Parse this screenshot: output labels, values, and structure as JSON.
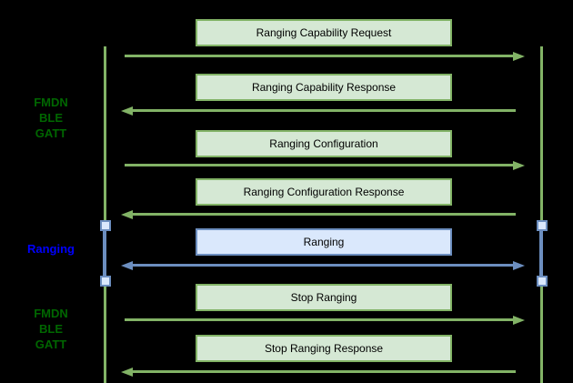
{
  "diagram": {
    "type": "sequence-diagram",
    "background": "#000000",
    "colors": {
      "green_fill": "#d5e8d4",
      "green_stroke": "#82b366",
      "blue_fill": "#dae8fc",
      "blue_stroke": "#6c8ebf",
      "phase_label_green": "#006600",
      "phase_label_blue": "#0000ff",
      "box_text": "#000000"
    },
    "phases": [
      {
        "id": "fmdn-top",
        "lines": [
          "FMDN",
          "BLE",
          "GATT"
        ],
        "color": "#006600"
      },
      {
        "id": "ranging",
        "lines": [
          "Ranging"
        ],
        "color": "#0000ff"
      },
      {
        "id": "fmdn-bottom",
        "lines": [
          "FMDN",
          "BLE",
          "GATT"
        ],
        "color": "#006600"
      }
    ],
    "messages": [
      {
        "label": "Ranging Capability Request",
        "direction": "right",
        "theme": "green"
      },
      {
        "label": "Ranging Capability Response",
        "direction": "left",
        "theme": "green"
      },
      {
        "label": "Ranging Configuration",
        "direction": "right",
        "theme": "green"
      },
      {
        "label": "Ranging Configuration Response",
        "direction": "left",
        "theme": "green"
      },
      {
        "label": "Ranging",
        "direction": "both",
        "theme": "blue"
      },
      {
        "label": "Stop Ranging",
        "direction": "right",
        "theme": "green"
      },
      {
        "label": "Stop Ranging Response",
        "direction": "left",
        "theme": "green"
      }
    ]
  }
}
